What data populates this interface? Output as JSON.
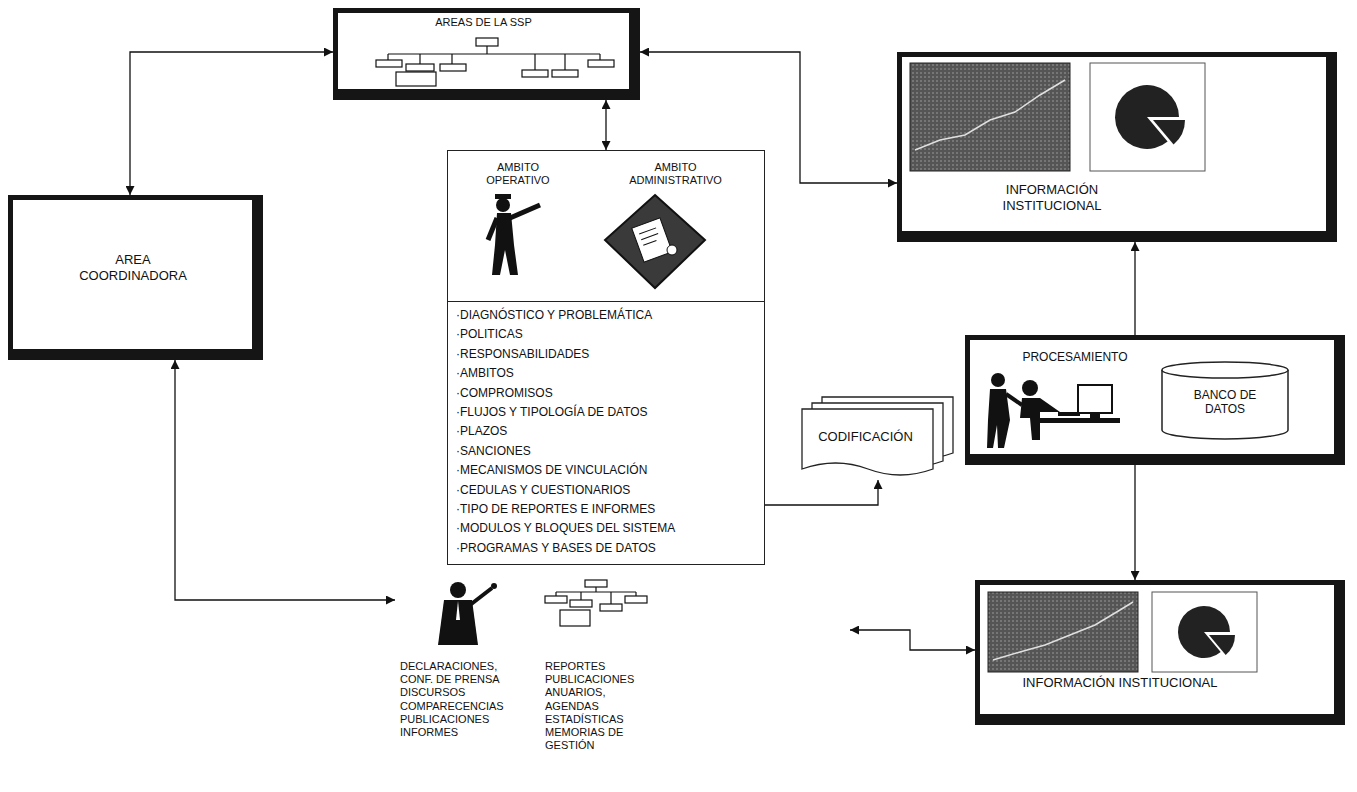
{
  "diagram": {
    "nodes": [
      {
        "text": [
          "AREAS DE LA SSP"
        ]
      },
      {
        "text": [
          "INFORMACIÓN INSTITUCIONAL"
        ]
      },
      {
        "text": [
          "AREA COORDINADORA"
        ]
      },
      {
        "text": [
          "AMBITO OPERATIVO",
          "AMBITO ADMINISTRATIVO"
        ]
      },
      {
        "text": [
          "·DIAGNÓSTICO Y PROBLEMÁTICA",
          "·POLITICAS",
          "·RESPONSABILIDADES",
          "·AMBITOS",
          "·COMPROMISOS",
          "·FLUJOS Y TIPOLOGÍA DE DATOS",
          "·PLAZOS",
          "·SANCIONES",
          "·MECANISMOS DE VINCULACIÓN",
          "·CEDULAS Y CUESTIONARIOS",
          "·TIPO DE REPORTES E INFORMES",
          "·MODULOS Y BLOQUES DEL SISTEMA",
          "·PROGRAMAS Y BASES DE DATOS"
        ]
      },
      {
        "text": [
          "CODIFICACIÓN"
        ]
      },
      {
        "text": [
          "PROCESAMIENTO"
        ]
      },
      {
        "text": [
          "BANCO DE DATOS"
        ],
        "in": 6
      },
      {
        "text": [
          "INFORMACIÓN INSTITUCIONAL"
        ]
      },
      {
        "text": [
          "DECLARACIONES, CONF. DE PRENSA DISCURSOS COMPARECENCIAS PUBLICACIONES INFORMES",
          "REPORTES PUBLICACIONES ANUARIOS, AGENDAS ESTADÍSTICAS MEMORIAS DE GESTIÓN"
        ]
      }
    ],
    "edges": [
      {
        "from": 2,
        "to": 0,
        "arrow": "both"
      },
      {
        "from": 0,
        "to": 3,
        "arrow": "both"
      },
      {
        "from": 0,
        "to": 1,
        "arrow": "both"
      },
      {
        "from": 4,
        "to": 5,
        "arrow": "to"
      },
      {
        "from": 6,
        "to": 1,
        "arrow": "to"
      },
      {
        "from": 6,
        "to": 8,
        "arrow": "to"
      },
      {
        "from": 2,
        "to": 9,
        "arrow": "both"
      },
      {
        "from": 8,
        "to": 9,
        "arrow": "both"
      }
    ]
  }
}
